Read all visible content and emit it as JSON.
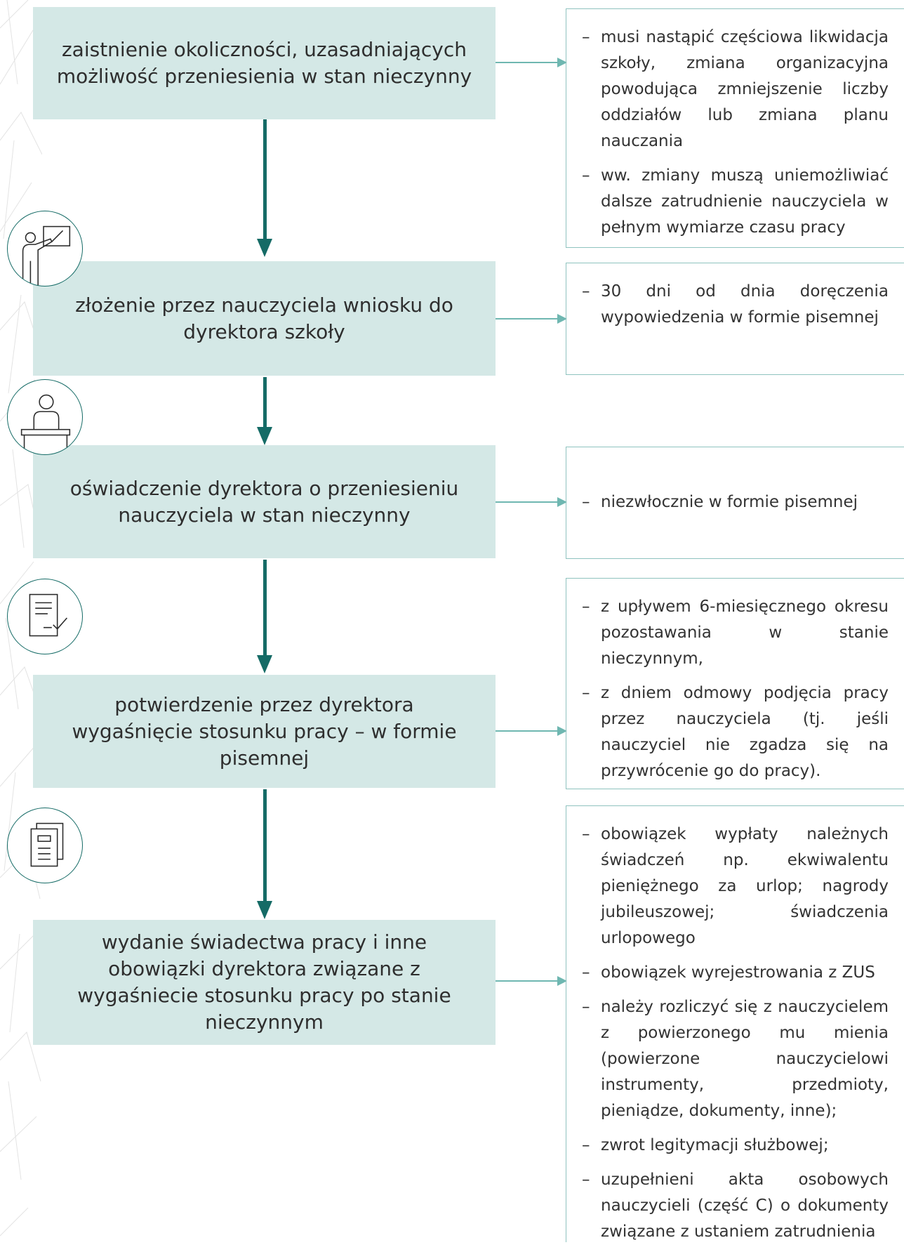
{
  "steps": [
    {
      "text": "zaistnienie okoliczności, uzasadniających możliwość przeniesienia w stan nieczynny"
    },
    {
      "text": "złożenie przez nauczyciela wniosku do dyrektora szkoły"
    },
    {
      "text": "oświadczenie dyrektora o przeniesieniu nauczyciela w stan nieczynny"
    },
    {
      "text": "potwierdzenie przez dyrektora wygaśnięcie stosunku pracy – w formie pisemnej"
    },
    {
      "text": "wydanie świadectwa pracy i inne obowiązki dyrektora związane z wygaśniecie stosunku pracy po stanie nieczynnym"
    }
  ],
  "notes": [
    {
      "items": [
        "musi nastąpić częściowa likwidacja szkoły, zmiana organizacyjna powodująca zmniejszenie liczby oddziałów lub zmiana planu nauczania",
        "ww. zmiany muszą uniemożliwiać dalsze zatrudnienie nauczyciela w pełnym wymiarze czasu pracy"
      ]
    },
    {
      "items": [
        "30 dni od dnia doręczenia wypowiedzenia w formie pisemnej"
      ]
    },
    {
      "items": [
        "niezwłocznie w formie pisemnej"
      ]
    },
    {
      "items": [
        "z upływem 6-miesięcznego okresu pozostawania w stanie nieczynnym,",
        "z dniem odmowy podjęcia pracy przez nauczyciela (tj. jeśli nauczyciel nie zgadza się na przywrócenie go do pracy)."
      ]
    },
    {
      "items": [
        "obowiązek wypłaty należnych świadczeń np. ekwiwalentu pieniężnego za urlop; nagrody jubileuszowej; świadczenia urlopowego",
        "obowiązek wyrejestrowania z ZUS",
        "należy rozliczyć się z nauczycielem z powierzonego mu mienia (powierzone nauczycielowi instrumenty, przedmioty, pieniądze, dokumenty, inne);",
        "zwrot legitymacji służbowej;",
        "uzupełnieni akta osobowych nauczycieli (część C) o dokumenty związane z ustaniem zatrudnienia"
      ]
    }
  ],
  "icons": [
    "teacher-board-icon",
    "person-at-desk-icon",
    "signed-document-icon",
    "documents-folder-icon"
  ],
  "colors": {
    "box": "#d4e8e6",
    "arrow": "#156b66",
    "connector": "#6fb7b1",
    "note_border": "#8fc3bf"
  }
}
